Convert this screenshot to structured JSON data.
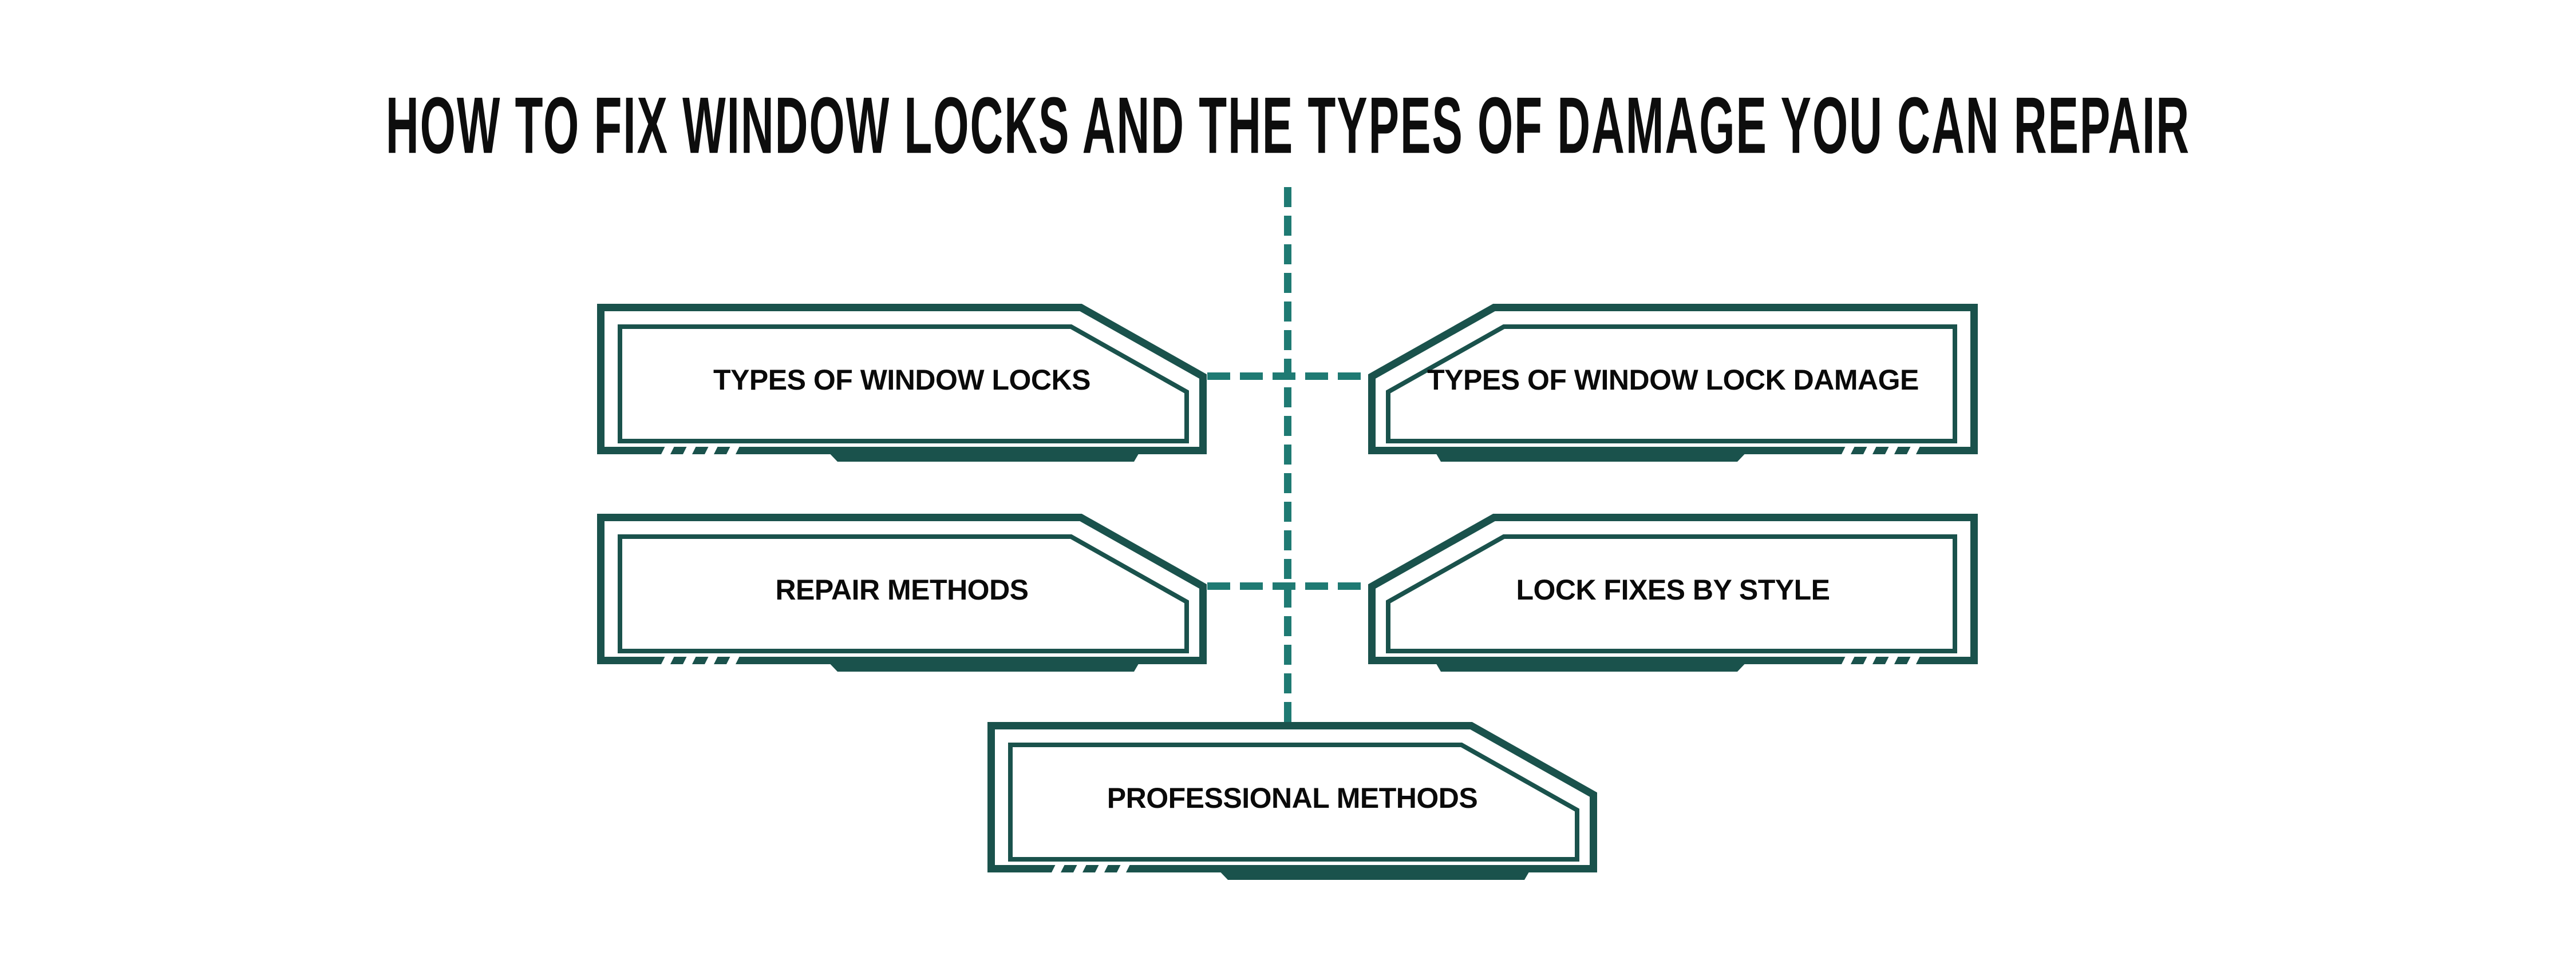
{
  "title": "HOW TO FIX WINDOW LOCKS AND THE TYPES OF DAMAGE YOU CAN REPAIR",
  "diagram": {
    "connector_style": "dashed",
    "boxes": [
      {
        "id": "types-of-window-locks",
        "label": "TYPES OF WINDOW LOCKS",
        "row": 1,
        "column": "left",
        "frame_orientation": "chamfer-top-right"
      },
      {
        "id": "types-of-window-lock-damage",
        "label": "TYPES OF WINDOW LOCK DAMAGE",
        "row": 1,
        "column": "right",
        "frame_orientation": "chamfer-top-left"
      },
      {
        "id": "repair-methods",
        "label": "REPAIR METHODS",
        "row": 2,
        "column": "left",
        "frame_orientation": "chamfer-top-right"
      },
      {
        "id": "lock-fixes-by-style",
        "label": "LOCK FIXES BY STYLE",
        "row": 2,
        "column": "right",
        "frame_orientation": "chamfer-top-left"
      },
      {
        "id": "professional-methods",
        "label": "PROFESSIONAL METHODS",
        "row": 3,
        "column": "center",
        "frame_orientation": "chamfer-top-right"
      }
    ]
  },
  "colors": {
    "frame": "#1a524c",
    "dash": "#1f7a73",
    "title_text": "#0d0d0d",
    "label_text": "#0a0a0a",
    "background": "#ffffff"
  }
}
